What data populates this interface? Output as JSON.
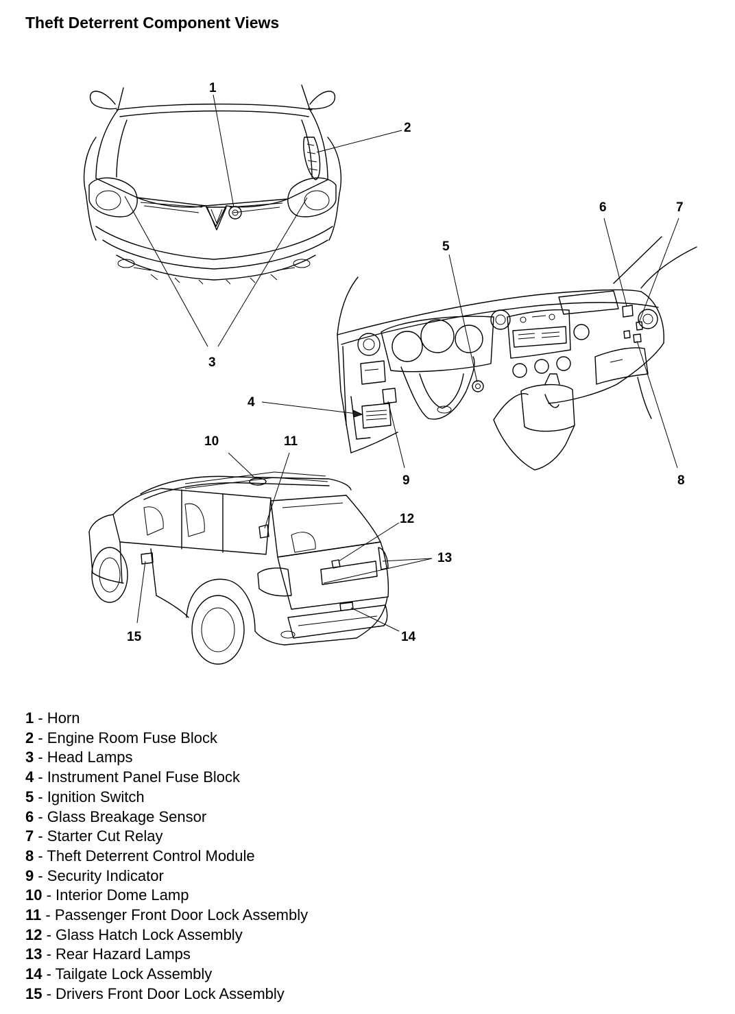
{
  "title": "Theft Deterrent Component Views",
  "callouts": [
    "1",
    "2",
    "3",
    "4",
    "5",
    "6",
    "7",
    "8",
    "9",
    "10",
    "11",
    "12",
    "13",
    "14",
    "15"
  ],
  "legend": [
    {
      "num": "1",
      "label": " - Horn"
    },
    {
      "num": "2",
      "label": " - Engine Room Fuse Block"
    },
    {
      "num": "3",
      "label": " - Head Lamps"
    },
    {
      "num": "4",
      "label": " - Instrument Panel Fuse Block"
    },
    {
      "num": "5",
      "label": " - Ignition Switch"
    },
    {
      "num": "6",
      "label": " - Glass Breakage Sensor"
    },
    {
      "num": "7",
      "label": " - Starter Cut Relay"
    },
    {
      "num": "8",
      "label": " - Theft Deterrent Control Module"
    },
    {
      "num": "9",
      "label": " - Security Indicator"
    },
    {
      "num": "10",
      "label": " - Interior Dome Lamp"
    },
    {
      "num": "11",
      "label": " - Passenger Front Door Lock Assembly"
    },
    {
      "num": "12",
      "label": " - Glass Hatch Lock Assembly"
    },
    {
      "num": "13",
      "label": " - Rear Hazard Lamps"
    },
    {
      "num": "14",
      "label": " - Tailgate Lock Assembly"
    },
    {
      "num": "15",
      "label": " - Drivers Front Door Lock Assembly"
    }
  ]
}
